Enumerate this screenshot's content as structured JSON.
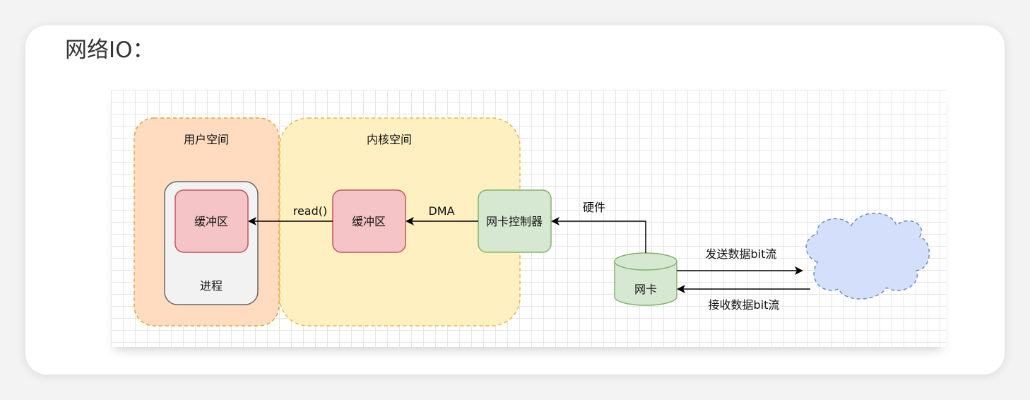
{
  "page": {
    "title": "网络IO："
  },
  "diagram": {
    "user_space": {
      "label": "用户空间"
    },
    "kernel_space": {
      "label": "内核空间"
    },
    "process": {
      "label": "进程"
    },
    "user_buffer": {
      "label": "缓冲区"
    },
    "kernel_buffer": {
      "label": "缓冲区"
    },
    "nic_controller": {
      "label": "网卡控制器"
    },
    "nic": {
      "label": "网卡"
    },
    "edges": {
      "read": "read()",
      "dma": "DMA",
      "hardware": "硬件",
      "send": "发送数据bit流",
      "receive": "接收数据bit流"
    },
    "colors": {
      "user_space_fill": "#ffdcc0",
      "user_space_stroke": "#e8a33a",
      "kernel_space_fill": "#fff0c2",
      "kernel_space_stroke": "#e8b84a",
      "process_fill": "#f2f2f2",
      "process_stroke": "#666666",
      "buffer_fill": "#f4c4c6",
      "buffer_stroke": "#c9535a",
      "green_fill": "#d7e8d2",
      "green_stroke": "#82b36a",
      "cloud_fill": "#d4e0fb",
      "cloud_stroke": "#6c8ebf"
    }
  }
}
